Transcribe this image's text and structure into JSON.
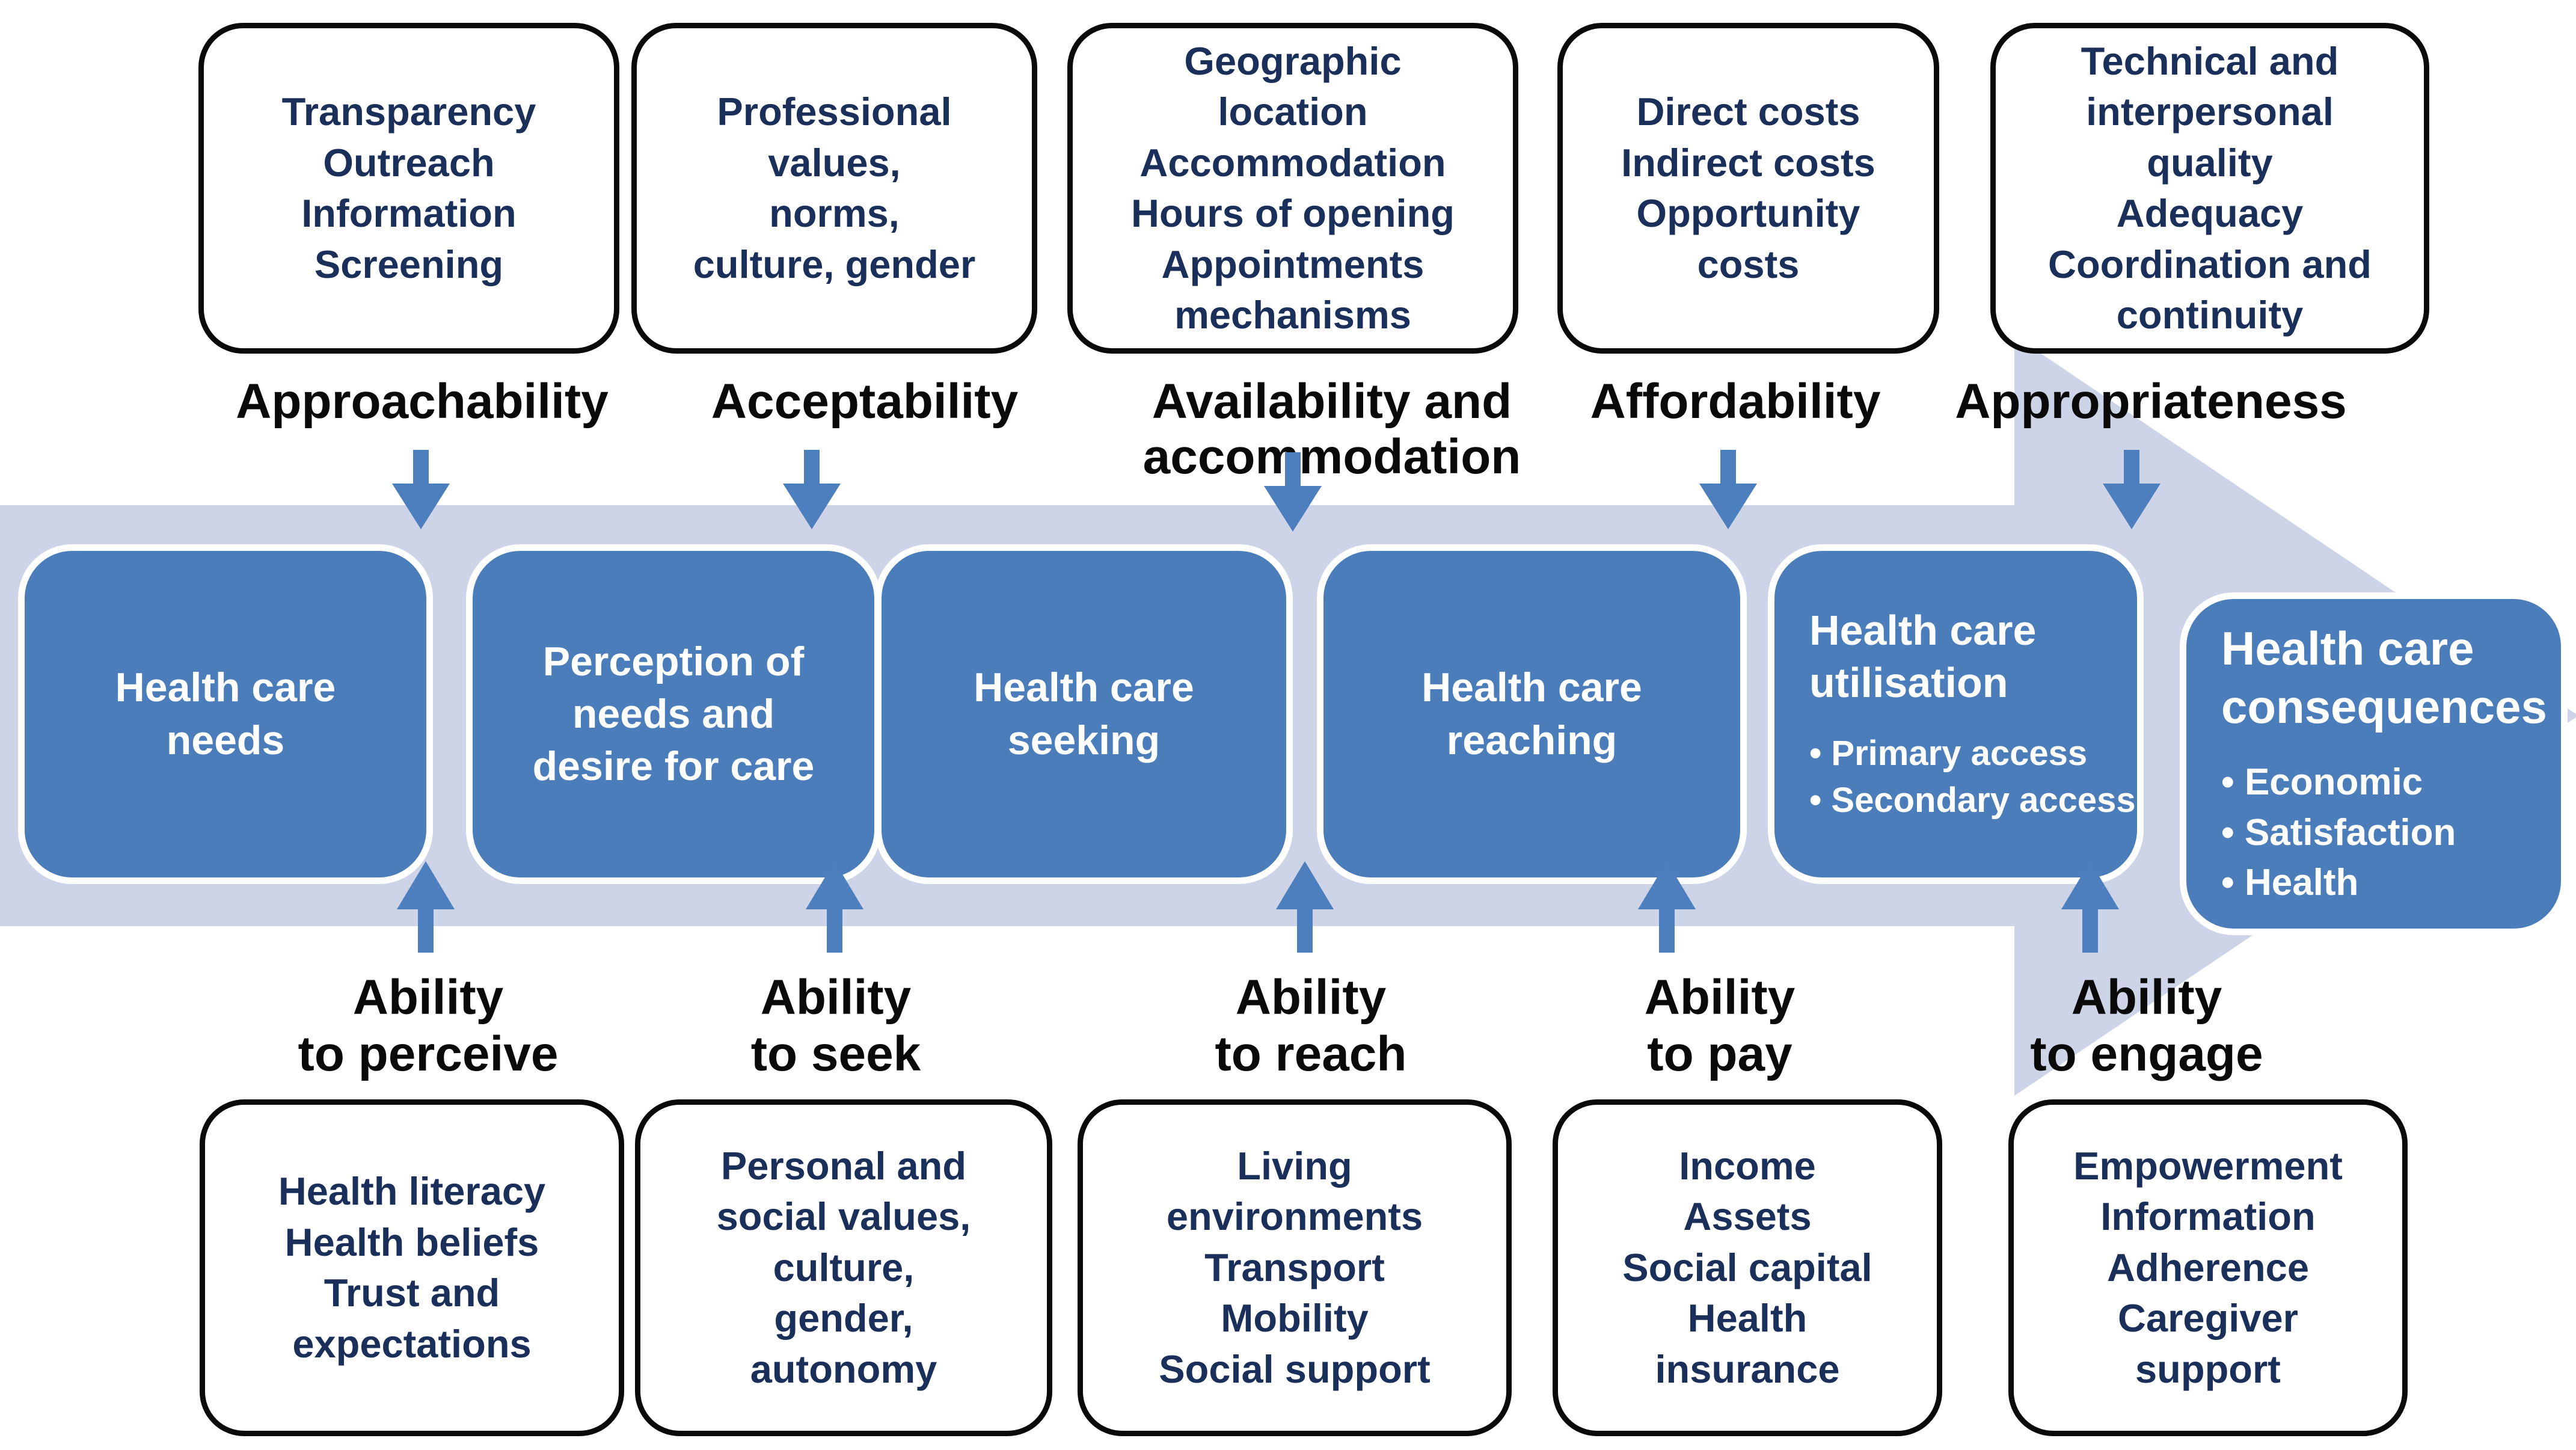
{
  "colors": {
    "process_box_blue": "#4c7dbb",
    "flow_band_blue": "#cdd4e7",
    "small_arrow_blue": "#4d7fbe",
    "box_text_navy": "#1a2f5a",
    "outline_black": "#0a0a0a"
  },
  "top_boxes": [
    {
      "text": "Transparency\nOutreach\nInformation\nScreening"
    },
    {
      "text": "Professional\nvalues,\nnorms,\nculture, gender"
    },
    {
      "text": "Geographic\nlocation\nAccommodation\nHours of opening\nAppointments\nmechanisms"
    },
    {
      "text": "Direct costs\nIndirect costs\nOpportunity\ncosts"
    },
    {
      "text": "Technical and\ninterpersonal\nquality\nAdequacy\nCoordination and\ncontinuity"
    }
  ],
  "dimension_labels": [
    "Approachability",
    "Acceptability",
    "Availability and\naccommodation",
    "Affordability",
    "Appropriateness"
  ],
  "process_flow": {
    "boxes": [
      {
        "text": "Health care\nneeds"
      },
      {
        "text": "Perception of\nneeds and\ndesire for care"
      },
      {
        "text": "Health care\nseeking"
      },
      {
        "text": "Health care\nreaching"
      }
    ],
    "utilisation": {
      "title": "Health care\nutilisation",
      "bullets": [
        "Primary access",
        "Secondary access"
      ]
    },
    "consequences": {
      "title": "Health care\nconsequences",
      "bullets": [
        "Economic",
        "Satisfaction",
        "Health"
      ]
    }
  },
  "ability_labels": [
    "Ability\nto perceive",
    "Ability\nto seek",
    "Ability\nto reach",
    "Ability\nto pay",
    "Ability\nto engage"
  ],
  "bottom_boxes": [
    {
      "text": "Health literacy\nHealth beliefs\nTrust and\nexpectations"
    },
    {
      "text": "Personal and\nsocial values,\nculture,\ngender,\nautonomy"
    },
    {
      "text": "Living\nenvironments\nTransport\nMobility\nSocial support"
    },
    {
      "text": "Income\nAssets\nSocial capital\nHealth\ninsurance"
    },
    {
      "text": "Empowerment\nInformation\nAdherence\nCaregiver\nsupport"
    }
  ]
}
